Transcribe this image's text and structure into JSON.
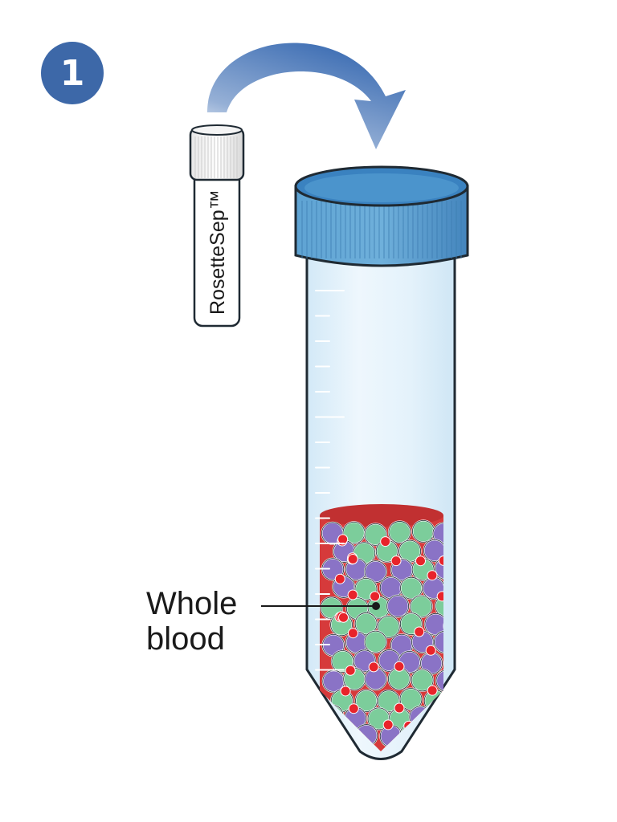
{
  "step": {
    "number": "1"
  },
  "reagent_vial": {
    "label": "RosetteSep™"
  },
  "annotation": {
    "line1": "Whole",
    "line2": "blood"
  },
  "colors": {
    "badge": "#3d68a8",
    "arrow": "#3f6fb4",
    "cap": "#4c93c8",
    "tube_fill": "#e4f2fb",
    "tube_outline": "#1f2a33",
    "blood": "#d63a3b",
    "rbc": "#e8242b",
    "cell_green": "#7ccd9b",
    "cell_purple": "#8a73c6"
  },
  "icons": {
    "arrow": "curved-arrow-icon",
    "vial": "reagent-vial-icon",
    "tube": "conical-tube-icon"
  }
}
